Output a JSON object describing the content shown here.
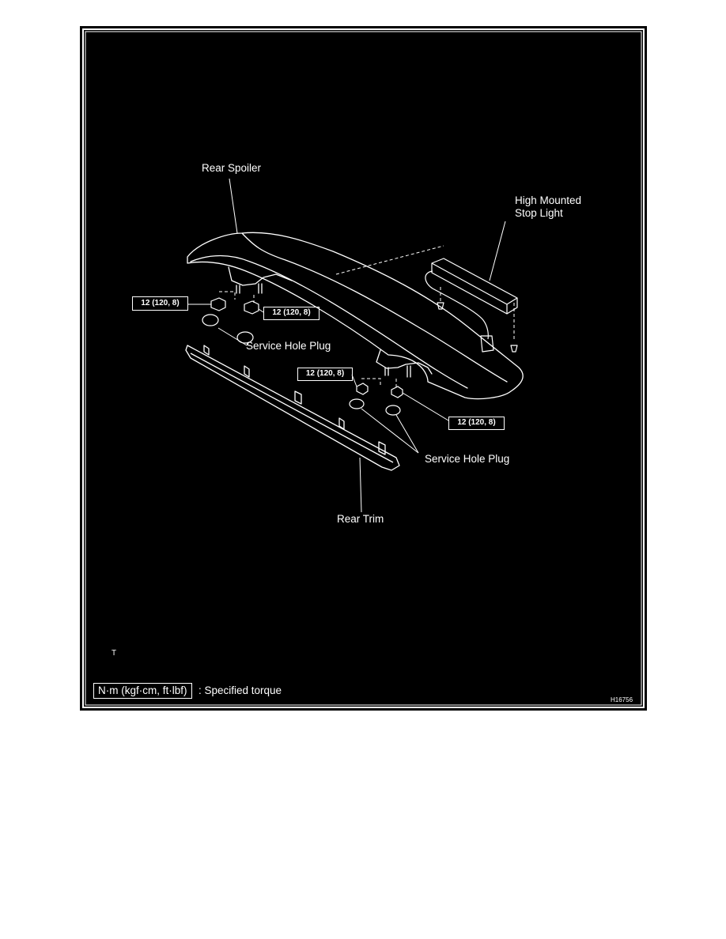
{
  "diagram": {
    "labels": {
      "rear_spoiler": "Rear Spoiler",
      "high_mounted_stop_light_line1": "High Mounted",
      "high_mounted_stop_light_line2": "Stop Light",
      "service_hole_plug_left": "Service Hole Plug",
      "service_hole_plug_right": "Service Hole Plug",
      "rear_trim": "Rear Trim",
      "stray_mark": "T"
    },
    "torque_specs": [
      "12 (120, 8)",
      "12 (120, 8)",
      "12 (120, 8)",
      "12 (120, 8)"
    ],
    "legend": {
      "unit_box": "N·m (kgf·cm, ft·lbf)",
      "description": ": Specified torque"
    },
    "figure_code": "H16756"
  },
  "colors": {
    "panel_background": "#000000",
    "line_color": "#ffffff",
    "page_background": "#ffffff"
  }
}
